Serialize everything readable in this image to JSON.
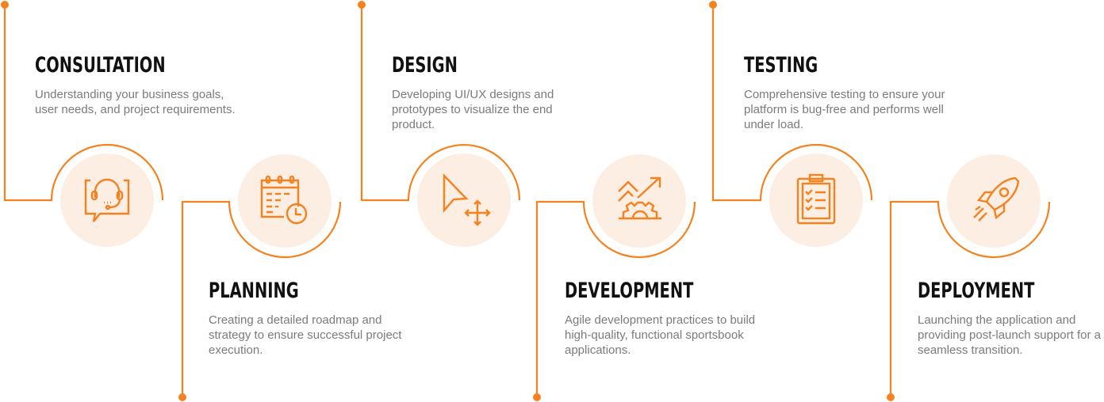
{
  "accent": "#f5821f",
  "circle_fill": "#fdeee3",
  "steps": [
    {
      "title": "CONSULTATION",
      "description": "Understanding your business goals, user needs, and project requirements.",
      "icon": "headset-chat-icon"
    },
    {
      "title": "PLANNING",
      "description": "Creating a detailed roadmap and strategy to ensure successful project execution.",
      "icon": "calendar-clock-icon"
    },
    {
      "title": "DESIGN",
      "description": "Developing UI/UX designs and prototypes to visualize the end product.",
      "icon": "cursor-move-icon"
    },
    {
      "title": "DEVELOPMENT",
      "description": "Agile development practices to build high-quality, functional sportsbook applications.",
      "icon": "gear-growth-icon"
    },
    {
      "title": "TESTING",
      "description": "Comprehensive testing to ensure your platform is bug-free and performs well under load.",
      "icon": "checklist-clipboard-icon"
    },
    {
      "title": "DEPLOYMENT",
      "description": "Launching the application and providing post-launch support for a seamless transition.",
      "icon": "rocket-icon"
    }
  ]
}
